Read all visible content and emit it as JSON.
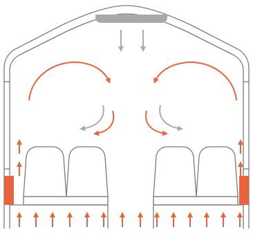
{
  "colors": {
    "outline": "#7a7a7a",
    "vent": "#a9a9a9",
    "cool_air": "#ababab",
    "warm_air": "#e8643f",
    "heater": "#e8643f",
    "background": "#ffffff"
  },
  "icons": {
    "cabin": "aircraft-cabin-cross-section-icon",
    "vent": "ceiling-air-vent-icon",
    "seat": "passenger-seat-icon",
    "cool_air": "gray-downward-air-arrow-icon",
    "warm_air": "orange-circulation-arrow-icon",
    "floor_air": "orange-upward-air-arrow-icon",
    "heater": "side-wall-heater-icon"
  },
  "airflow": {
    "ceiling_downdrafts": 2,
    "upper_circulation_loops": 2,
    "lower_swirl_pairs": 2,
    "wall_updrafts_per_side": 2,
    "floor_updrafts": 14,
    "wall_heaters": 2,
    "seat_rows_per_side": 2
  }
}
